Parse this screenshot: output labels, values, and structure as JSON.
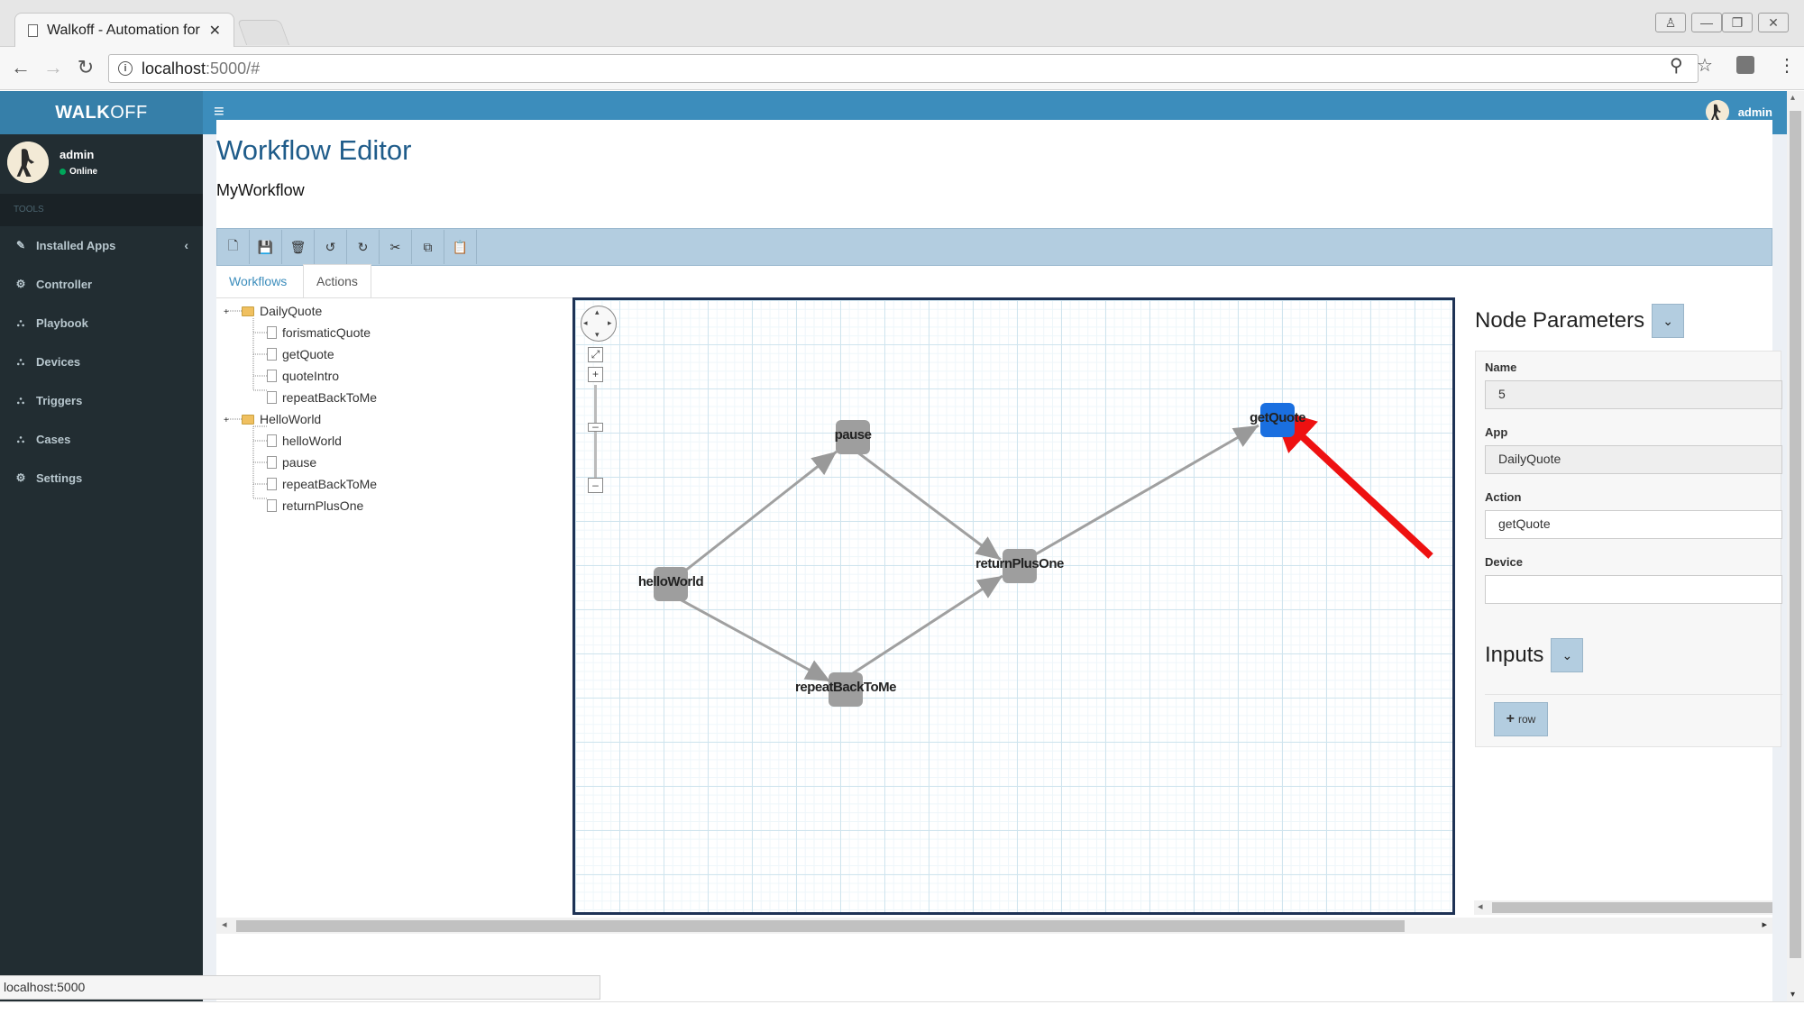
{
  "browser": {
    "tab_title": "Walkoff - Automation for E",
    "url_host": "localhost",
    "url_path": ":5000/#"
  },
  "app": {
    "brand_bold": "WALK",
    "brand_rest": "OFF",
    "user_name": "admin",
    "user_status": "Online",
    "tools_header": "TOOLS",
    "menu": [
      {
        "label": "Installed Apps",
        "icon": "wrench-icon"
      },
      {
        "label": "Controller",
        "icon": "gear-icon"
      },
      {
        "label": "Playbook",
        "icon": "sitemap-icon"
      },
      {
        "label": "Devices",
        "icon": "sitemap-icon"
      },
      {
        "label": "Triggers",
        "icon": "sitemap-icon"
      },
      {
        "label": "Cases",
        "icon": "sitemap-icon"
      },
      {
        "label": "Settings",
        "icon": "gear-icon"
      }
    ]
  },
  "editor": {
    "title": "Workflow Editor",
    "workflow_name": "MyWorkflow",
    "tabs": [
      "Workflows",
      "Actions"
    ],
    "tree": [
      {
        "label": "DailyQuote",
        "children": [
          "forismaticQuote",
          "getQuote",
          "quoteIntro",
          "repeatBackToMe"
        ]
      },
      {
        "label": "HelloWorld",
        "children": [
          "helloWorld",
          "pause",
          "repeatBackToMe",
          "returnPlusOne"
        ]
      }
    ],
    "graph": {
      "nodes": [
        "helloWorld",
        "pause",
        "repeatBackToMe",
        "returnPlusOne",
        "getQuote"
      ],
      "edges": [
        [
          "helloWorld",
          "pause"
        ],
        [
          "helloWorld",
          "repeatBackToMe"
        ],
        [
          "pause",
          "returnPlusOne"
        ],
        [
          "repeatBackToMe",
          "returnPlusOne"
        ],
        [
          "returnPlusOne",
          "getQuote"
        ]
      ],
      "selected": "getQuote",
      "selected_color": "#1a6fe0"
    }
  },
  "node_params": {
    "title": "Node Parameters",
    "name_label": "Name",
    "name_value": "5",
    "app_label": "App",
    "app_value": "DailyQuote",
    "action_label": "Action",
    "action_value": "getQuote",
    "device_label": "Device",
    "device_value": "",
    "inputs_title": "Inputs",
    "add_row_label": "row"
  },
  "status_bar": "localhost:5000"
}
